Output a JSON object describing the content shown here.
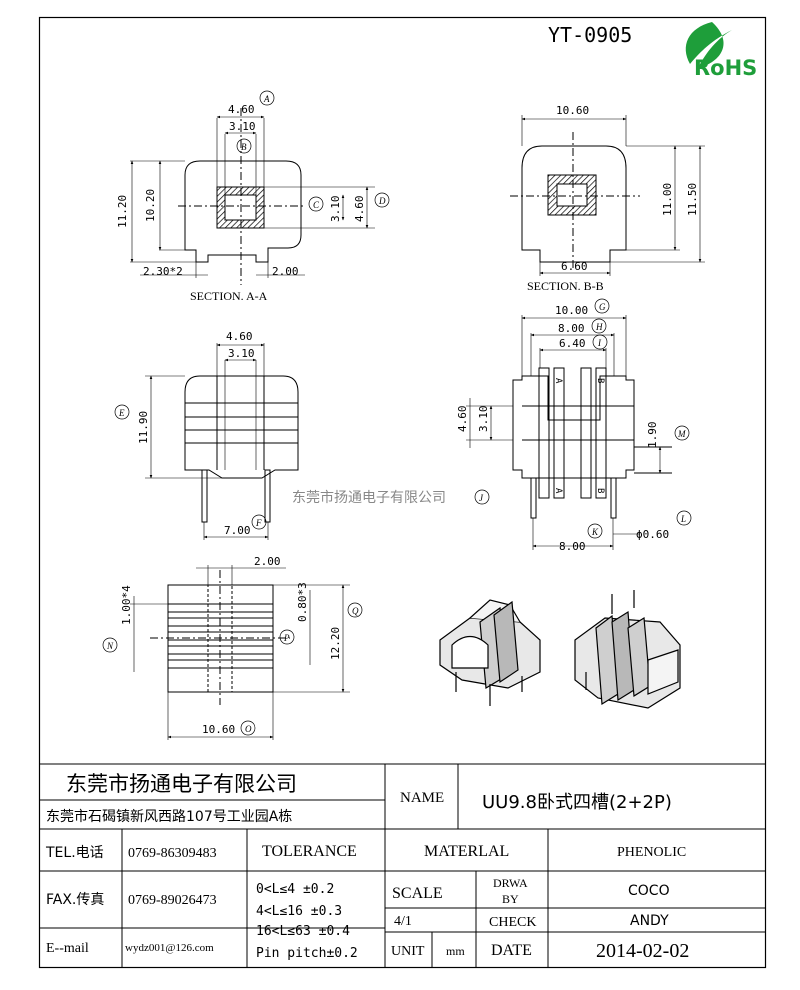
{
  "drawing_no": "YT-0905",
  "rohs_logo_text": "RoHS",
  "watermark": "东莞市扬通电子有限公司",
  "views": {
    "section_aa": {
      "title": "SECTION. A-A",
      "dims": {
        "w_outer": "4.60",
        "w_inner": "3.10",
        "h_total": "11.20",
        "h_body": "10.20",
        "slot_h1": "3.10",
        "slot_h2": "4.60",
        "foot_left": "2.30*2",
        "foot_right": "2.00"
      },
      "callouts": {
        "a": "A",
        "b": "B",
        "c": "C",
        "d": "D"
      }
    },
    "section_bb": {
      "title": "SECTION. B-B",
      "dims": {
        "width": "10.60",
        "h_inner": "11.00",
        "h_outer": "11.50",
        "base": "6.60"
      }
    },
    "front": {
      "dims": {
        "w_outer": "4.60",
        "w_inner": "3.10",
        "height": "11.90",
        "pin_span": "7.00"
      },
      "callouts": {
        "e": "E",
        "f": "F"
      }
    },
    "side": {
      "dims": {
        "d1": "10.00",
        "d2": "8.00",
        "d3": "6.40",
        "h1": "4.60",
        "h2": "3.10",
        "pin": "1.90",
        "pitch": "8.00",
        "pin_dia": "ϕ0.60"
      },
      "callouts": {
        "g": "G",
        "h": "H",
        "i": "I",
        "j": "J",
        "k": "K",
        "l": "L",
        "m": "M"
      },
      "marks": {
        "a": "A",
        "b": "B"
      }
    },
    "bottom": {
      "dims": {
        "top": "2.00",
        "slots": "1.00*4",
        "ribs": "0.80*3",
        "height": "12.20",
        "width": "10.60"
      },
      "callouts": {
        "n": "N",
        "o": "O",
        "p": "P",
        "q": "Q"
      }
    }
  },
  "title_block": {
    "company_name": "东莞市扬通电子有限公司",
    "company_address": "东莞市石碣镇新风西路107号工业园A栋",
    "name_label": "NAME",
    "product_name": "UU9.8卧式四槽(2+2P)",
    "tel_label": "TEL.电话",
    "tel_value": "0769-86309483",
    "fax_label": "FAX.传真",
    "fax_value": "0769-89026473",
    "email_label": "E--mail",
    "email_value": "wydz001@126.com",
    "tolerance_label": "TOLERANCE",
    "tolerance_lines": [
      "0<L≤4   ±0.2",
      "4<L≤16  ±0.3",
      "16<L≤63 ±0.4",
      "Pin pitch±0.2"
    ],
    "material_label": "MATERLAL",
    "material_value": "PHENOLIC",
    "scale_label": "SCALE",
    "scale_value": "4/1",
    "drawn_by_label_1": "DRWA",
    "drawn_by_label_2": "BY",
    "drawn_by_value": "COCO",
    "check_label": "CHECK",
    "check_value": "ANDY",
    "unit_label": "UNIT",
    "unit_value": "mm",
    "date_label": "DATE",
    "date_value": "2014-02-02"
  }
}
